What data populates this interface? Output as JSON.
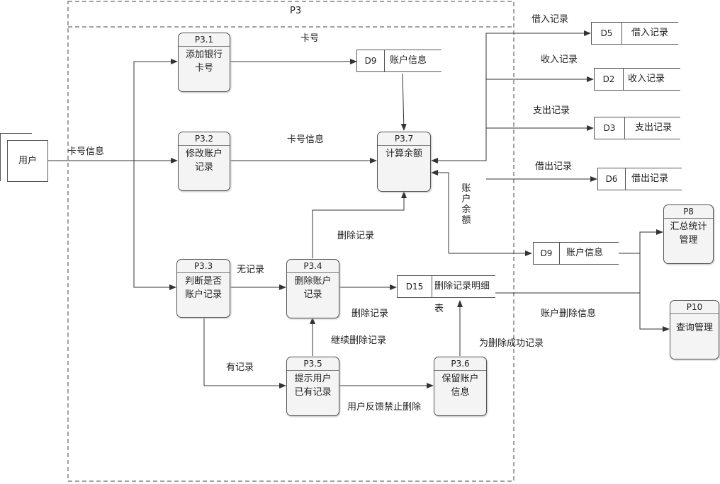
{
  "title": "P3",
  "processes": [
    {
      "id": "P3.1",
      "name": "添加银行\n卡号"
    },
    {
      "id": "P3.2",
      "name": "修改账户\n记录"
    },
    {
      "id": "P3.3",
      "name": "判断是否\n账户记录"
    },
    {
      "id": "P3.4",
      "name": "删除账户\n记录"
    },
    {
      "id": "P3.5",
      "name": "提示用户\n已有记录"
    },
    {
      "id": "P3.6",
      "name": "保留账户\n信息"
    },
    {
      "id": "P3.7",
      "name": "计算余额"
    },
    {
      "id": "P8",
      "name": "汇总统计\n管理"
    },
    {
      "id": "P10",
      "name": "查询管理"
    }
  ],
  "stores": [
    {
      "id": "D9",
      "name": "账户信息"
    },
    {
      "id": "D5",
      "name": "借入记录"
    },
    {
      "id": "D2",
      "name": "收入记录"
    },
    {
      "id": "D3",
      "name": "支出记录"
    },
    {
      "id": "D6",
      "name": "借出记录"
    },
    {
      "id": "D9",
      "name": "账户信息"
    },
    {
      "id": "D15",
      "name": "删除记录明细表"
    }
  ],
  "entity": {
    "name": "用户"
  },
  "flows": {
    "card_no": "卡号",
    "card_info_in": "卡号信息",
    "card_info": "卡号信息",
    "borrow_in": "借入记录",
    "income": "收入记录",
    "expense": "支出记录",
    "lend_out": "借出记录",
    "balance": "账户余额",
    "delete_record_up": "删除记录",
    "no_record": "无记录",
    "delete_record_right": "删除记录",
    "continue_delete": "继续删除记录",
    "delete_success": "为删除成功记录",
    "has_record": "有记录",
    "forbid_delete": "用户反馈禁止删除",
    "account_delete_info": "账户删除信息"
  }
}
